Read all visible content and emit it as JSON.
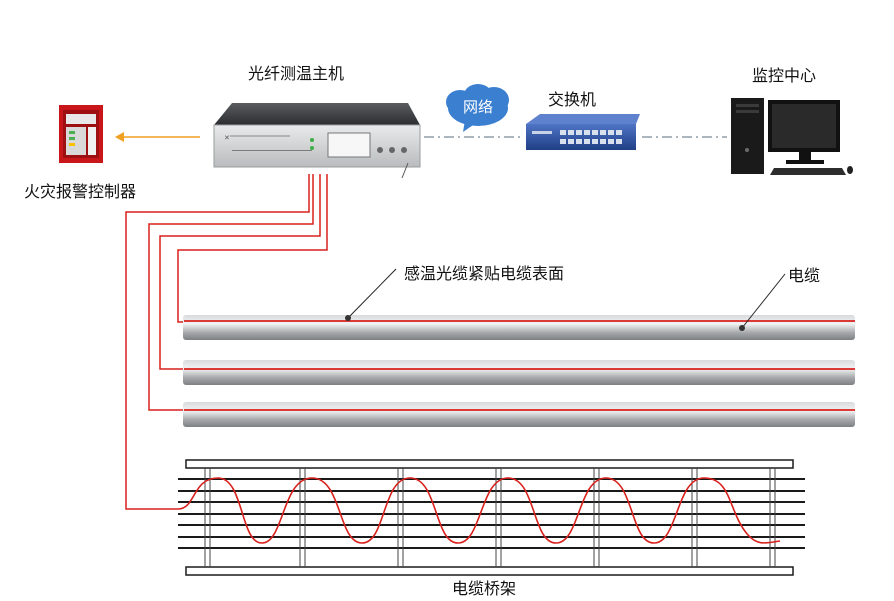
{
  "labels": {
    "host": "光纤测温主机",
    "alarm_controller": "火灾报警控制器",
    "network": "网络",
    "switch": "交换机",
    "monitor_center": "监控中心",
    "sensing_cable_note": "感温光缆紧贴电缆表面",
    "cable": "电缆",
    "cable_tray": "电缆桥架"
  },
  "colors": {
    "fiber": "#d8201c",
    "cable_body": "#a9acae",
    "cable_highlight": "#eeeff0",
    "switch_blue": "#2f56a8",
    "cloud": "#3b7fd1",
    "alarm_arrow": "#f0a020",
    "tray_line": "#1a1a1a"
  },
  "icons": {
    "network": "cloud-icon",
    "switch": "network-switch-icon",
    "monitor_center": "desktop-computer-icon",
    "alarm_controller": "fire-alarm-panel-icon",
    "host": "dts-host-unit-icon"
  }
}
